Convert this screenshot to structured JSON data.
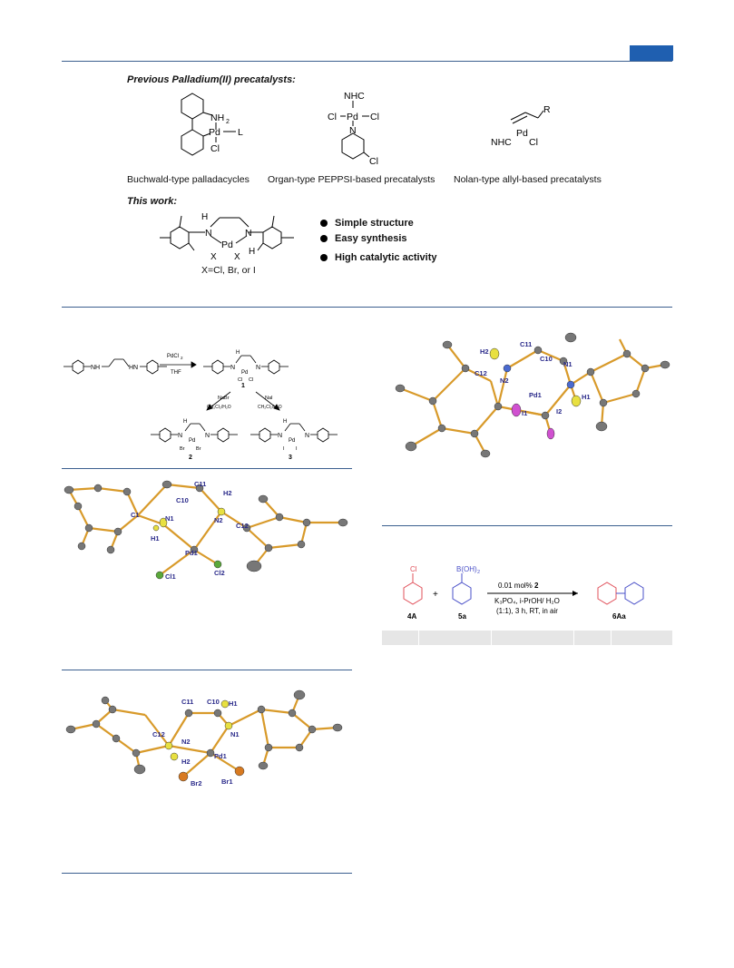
{
  "header": {
    "accent_color": "#1f5fb0",
    "rule_color": "#3b5f8f"
  },
  "graphical_abstract": {
    "previous_title": "Previous Palladium(II) precatalysts:",
    "this_work_title": "This work:",
    "captions": [
      "Buchwald-type  palladacycles",
      "Organ-type PEPPSI-based precatalysts",
      "Nolan-type allyl-based precatalysts"
    ],
    "buchwald_labels": {
      "nh2": "NH",
      "nh2_sub": "2",
      "pd": "Pd",
      "l": "L",
      "cl": "Cl"
    },
    "peppsi_labels": {
      "nhc": "NHC",
      "cl_left": "Cl",
      "pd": "Pd",
      "cl_right": "Cl",
      "n": "N",
      "cl_ring": "Cl"
    },
    "nolan_labels": {
      "r": "R",
      "pd": "Pd",
      "nhc": "NHC",
      "cl": "Cl"
    },
    "this_work_labels": {
      "h_left": "H",
      "n_left": "N",
      "n_right": "N",
      "pd": "Pd",
      "x_left": "X",
      "x_right": "X",
      "h_right": "H"
    },
    "x_caption": "X=Cl, Br, or I",
    "bullets": [
      "Simple structure",
      "Easy synthesis",
      "High catalytic activity"
    ]
  },
  "scheme1": {
    "reagent_top": "PdCl",
    "reagent_top_sub": "2",
    "solvent_top": "THF",
    "reagent_left": "NaBr",
    "solvent_left": "CH₂Cl₂/H₂O",
    "reagent_right": "NaI",
    "solvent_right": "CH₂Cl₂/H₂O",
    "compound_1": "1",
    "compound_2": "2",
    "compound_3": "3",
    "nh": "NH",
    "hn": "HN",
    "pd": "Pd",
    "n": "N",
    "h": "H",
    "cl": "Cl",
    "br": "Br",
    "i": "I"
  },
  "crystal_1": {
    "labels": [
      "C11",
      "C10",
      "H2",
      "C1",
      "N1",
      "N2",
      "C12",
      "H1",
      "Pd1",
      "Cl1",
      "Cl2"
    ]
  },
  "crystal_2": {
    "labels": [
      "C11",
      "C10",
      "H1",
      "C12",
      "N2",
      "N1",
      "H2",
      "Pd1",
      "Br2",
      "Br1"
    ]
  },
  "crystal_3": {
    "labels": [
      "C11",
      "H2",
      "C10",
      "N1",
      "C12",
      "N2",
      "Pd1",
      "H1",
      "I1",
      "I2"
    ]
  },
  "reaction": {
    "substrate_label": "4A",
    "boronic_label": "5a",
    "product_label": "6Aa",
    "boronic_group": "B(OH)",
    "boronic_sub": "2",
    "cl": "Cl",
    "plus": "+",
    "condition_1_prefix": "0.01 mol% ",
    "condition_1_bold": "2",
    "condition_2": "K₃PO₄, i-PrOH/ H₂O",
    "condition_3": "(1:1), 3 h, RT, in air",
    "substrate_color": "#e0505a",
    "boronic_color": "#4a50c8"
  }
}
